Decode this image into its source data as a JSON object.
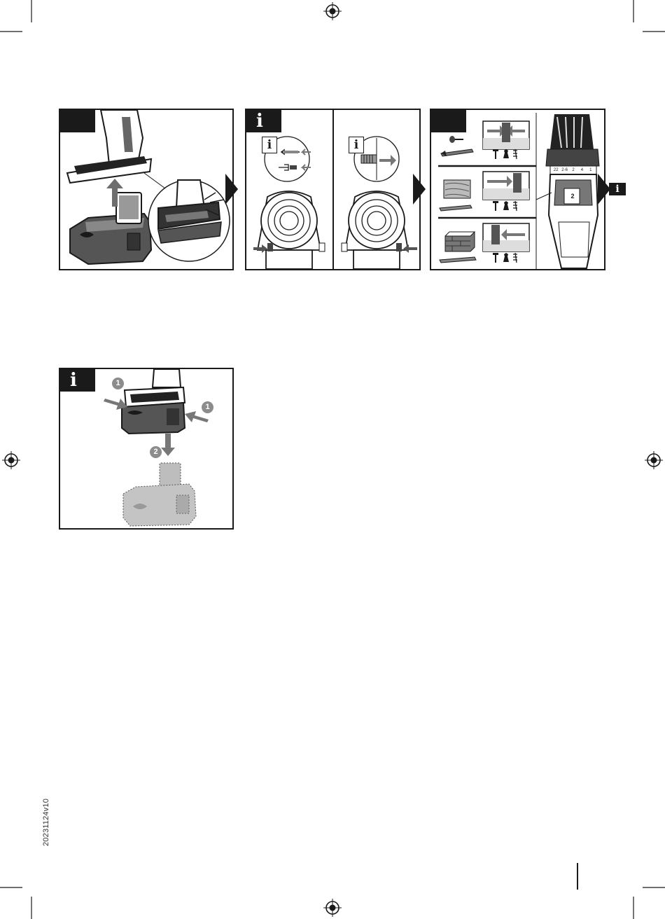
{
  "panel_2": {
    "info_label": "i"
  },
  "panel_2_left": {
    "info_label": "i"
  },
  "panel_2_right": {
    "info_label": "i"
  },
  "side_marker": {
    "label": "i"
  },
  "panel_4": {
    "info_label": "i",
    "step_1a": "1",
    "step_1b": "1",
    "step_2": "2"
  },
  "panel_3": {
    "gear_label": "2",
    "scale_values": [
      "22",
      "2-6",
      "2",
      "4",
      "1"
    ]
  },
  "footer": {
    "doc_code": "20231124v10"
  }
}
